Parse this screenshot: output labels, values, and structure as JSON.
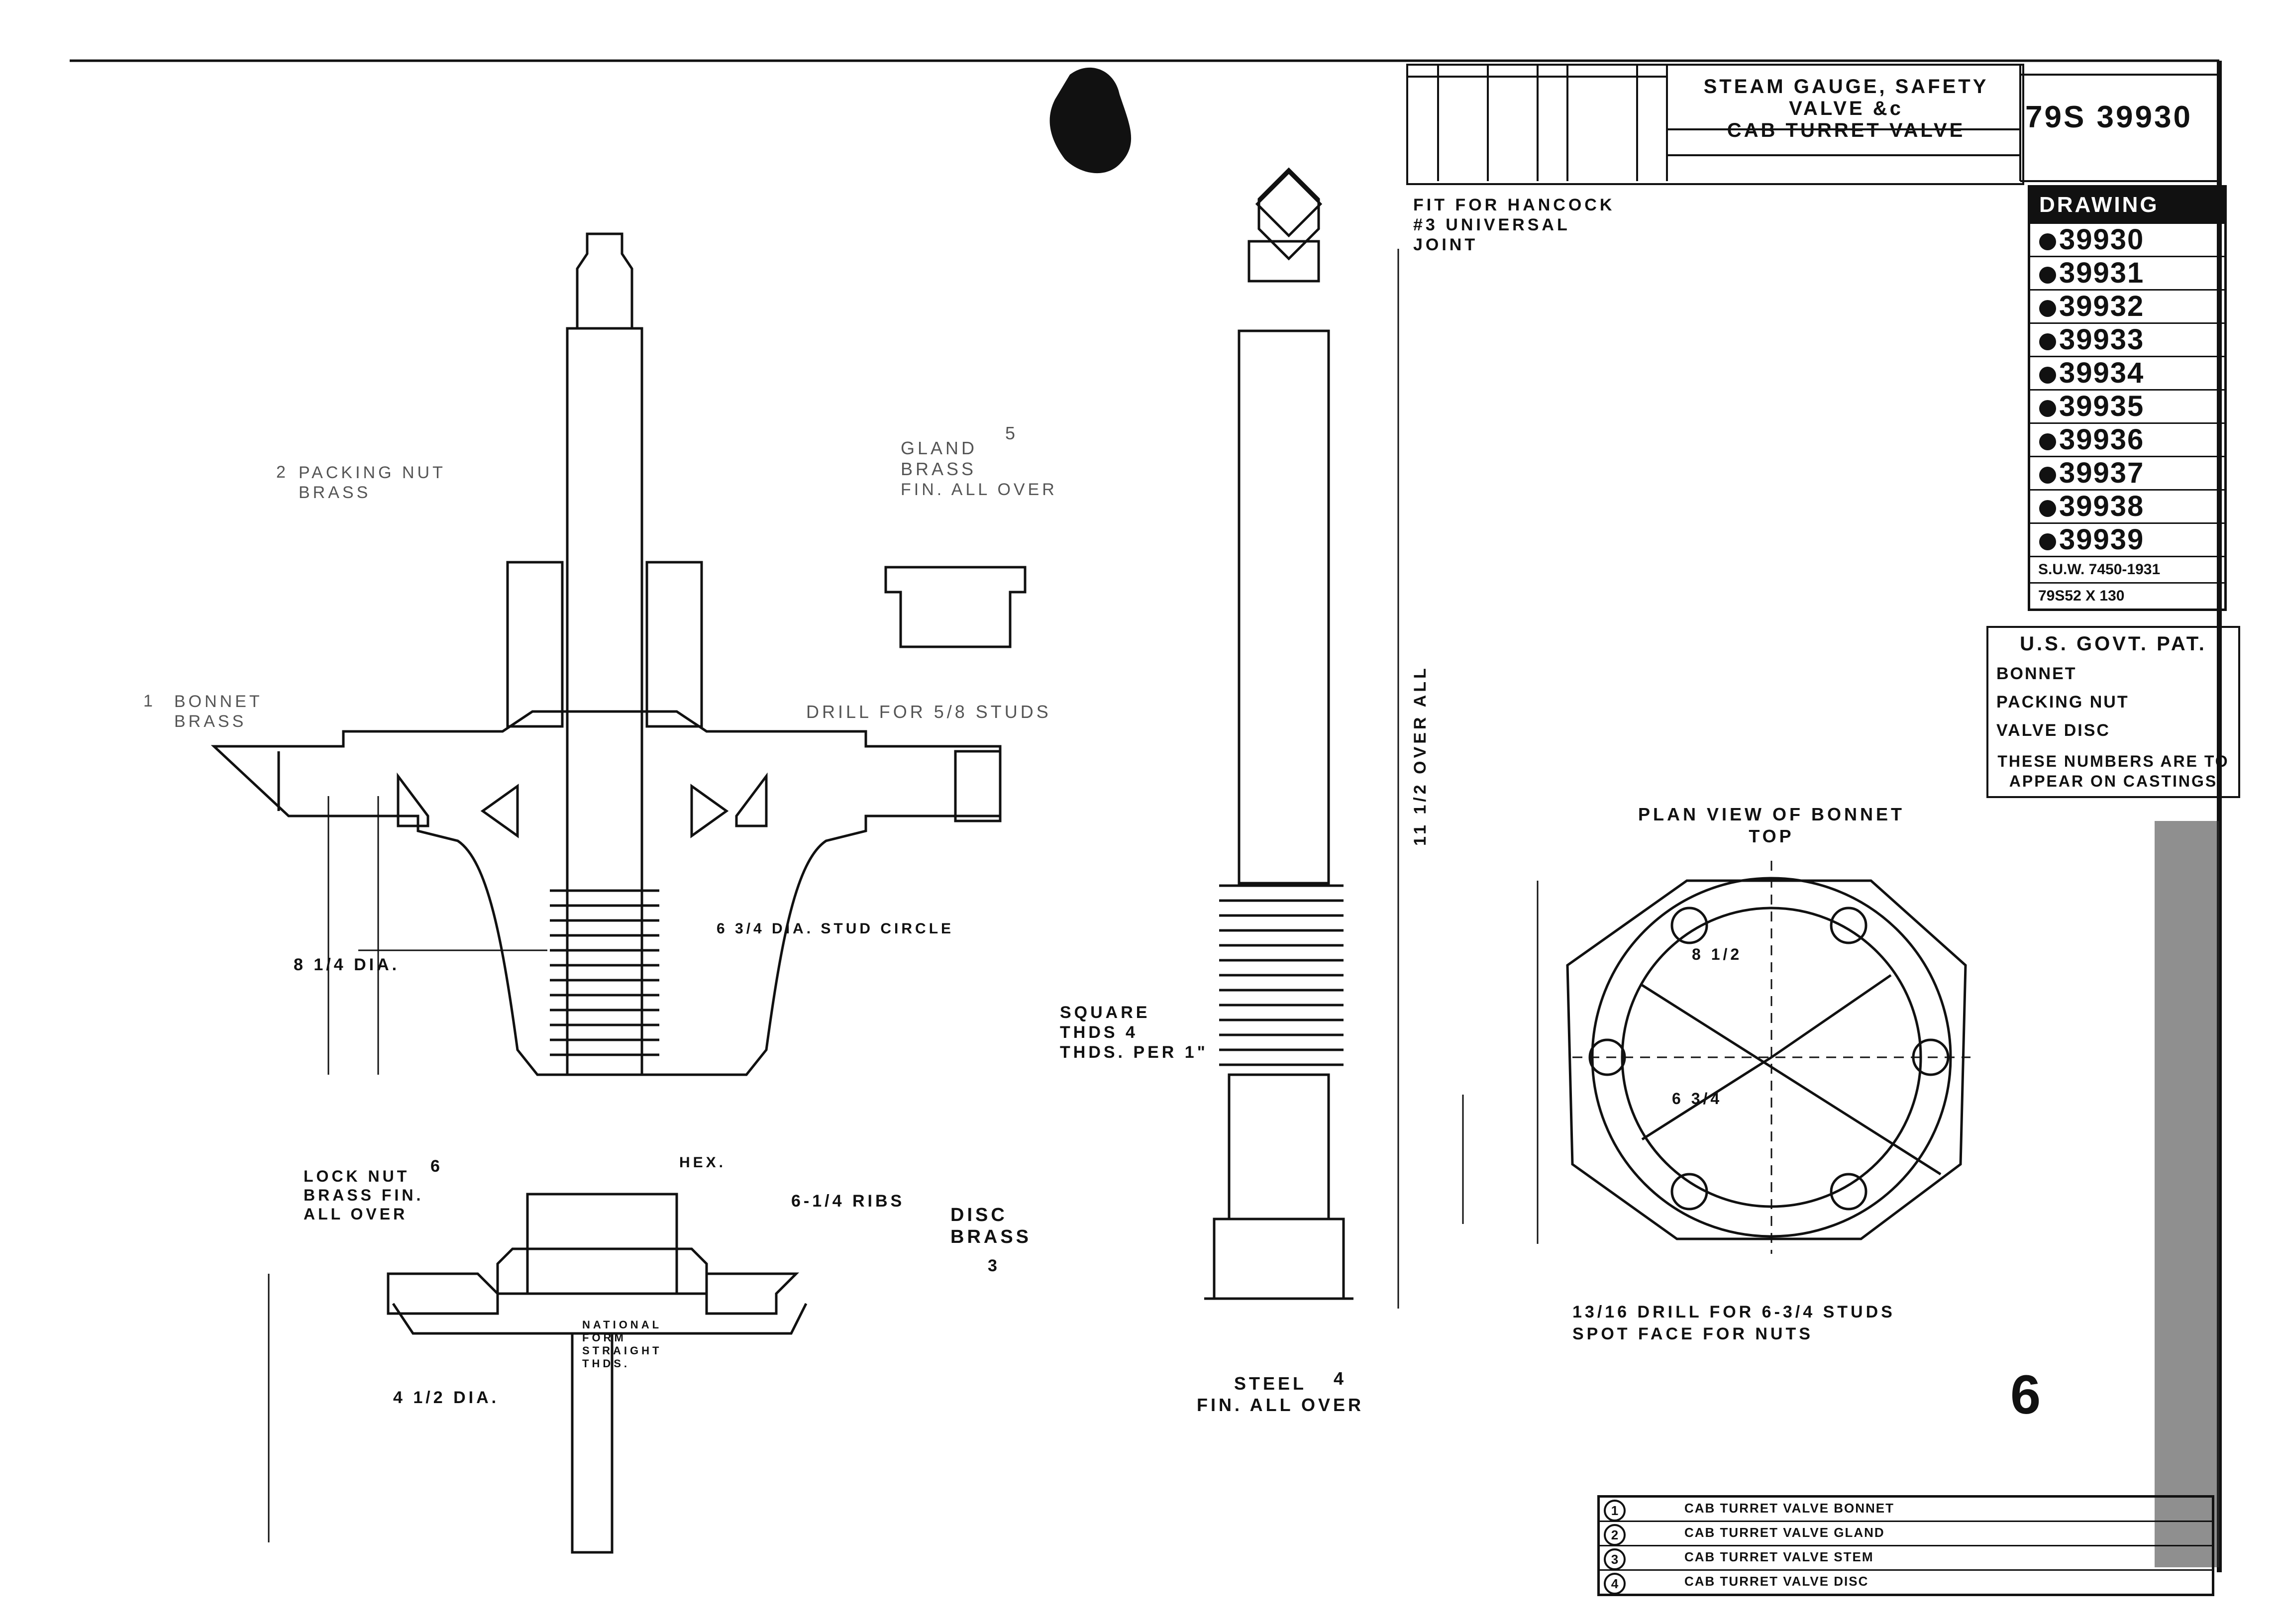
{
  "title_block": {
    "title_line1": "STEAM GAUGE, SAFETY VALVE &c",
    "title_line2": "CAB TURRET VALVE",
    "drawing_number": "79S 39930"
  },
  "drawing_table": {
    "header": "DRAWING",
    "numbers": [
      "39930",
      "39931",
      "39932",
      "39933",
      "39934",
      "39935",
      "39936",
      "39937",
      "39938",
      "39939"
    ],
    "notes": [
      "S.U.W. 7450-1931",
      "79S52 X 130"
    ]
  },
  "patent_box": {
    "heading": "U.S. GOVT. PAT.",
    "items": [
      "BONNET",
      "PACKING NUT",
      "VALVE DISC"
    ],
    "footer": "THESE NUMBERS ARE TO APPEAR ON CASTINGS"
  },
  "labels": {
    "fit_hancock": "FIT FOR HANCOCK #3 UNIVERSAL JOINT",
    "gland_brass": "GLAND BRASS",
    "fin_all_over": "FIN. ALL OVER",
    "gland_num": "5",
    "packing_nut": "PACKING NUT BRASS",
    "packing_num": "2",
    "bonnet_brass": "BONNET BRASS",
    "bonnet_num": "1",
    "drill_studs": "DRILL FOR 5/8 STUDS",
    "stud_circle": "6 3/4 DIA. STUD CIRCLE",
    "dia_8": "8 1/4 DIA.",
    "over_all": "11 1/2 OVER ALL",
    "square_thds": "SQUARE THDS 4 THDS. PER 1\"",
    "lock_nut": "LOCK NUT BRASS FIN. ALL OVER",
    "lock_num": "6",
    "ribs": "6-1/4 RIBS",
    "disc_brass": "DISC BRASS",
    "disc_num": "3",
    "hex": "HEX.",
    "national_form": "NATIONAL FORM STRAIGHT THDS.",
    "steel": "STEEL",
    "steel_fin": "FIN. ALL OVER",
    "steel_num": "4",
    "dia_4": "4 1/2 DIA.",
    "plan_view": "PLAN VIEW OF BONNET TOP",
    "plan_dia_b": "8 1/2",
    "plan_dia_s": "6 3/4",
    "drill_note": "13/16 DRILL FOR 6-3/4 STUDS SPOT FACE FOR NUTS",
    "sheet_mark": "6"
  },
  "parts_list": {
    "rows": [
      {
        "num": "1",
        "text": "CAB TURRET VALVE BONNET"
      },
      {
        "num": "2",
        "text": "CAB TURRET VALVE GLAND"
      },
      {
        "num": "3",
        "text": "CAB TURRET VALVE STEM"
      },
      {
        "num": "4",
        "text": "CAB TURRET VALVE DISC"
      }
    ]
  },
  "colors": {
    "ink": "#111111",
    "paper": "#ffffff"
  }
}
